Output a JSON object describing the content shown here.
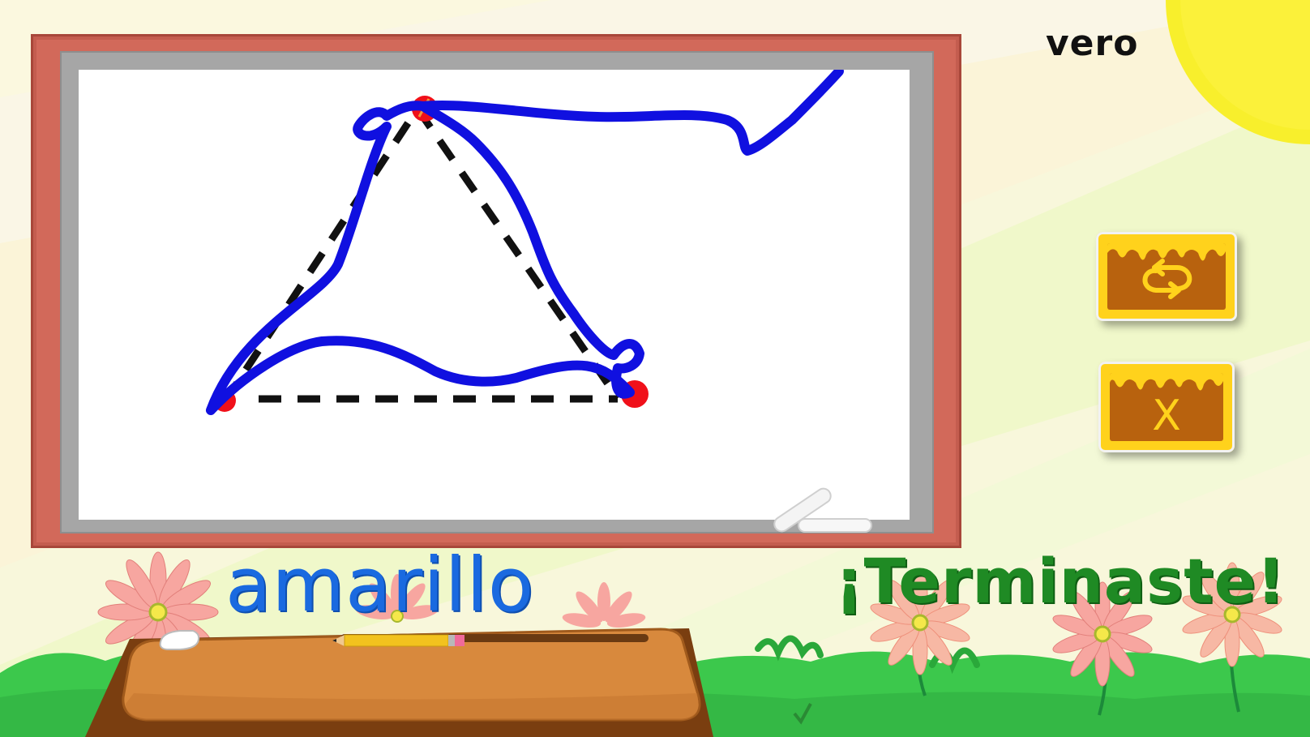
{
  "header": {
    "username": "vero"
  },
  "labels": {
    "word": "amarillo",
    "finished": "¡Terminaste!"
  },
  "buttons": {
    "repeat": {
      "icon": "repeat-arrows-icon"
    },
    "close": {
      "icon": "close-icon",
      "label": "X"
    }
  },
  "colors": {
    "board_frame": "#d2695a",
    "user_stroke": "#1010e0",
    "guide_stroke": "#111111",
    "guide_point": "#f0101a",
    "button_outer": "#ffd21c",
    "button_inner": "#b8620e",
    "word_text": "#1a6ae0",
    "finished_text": "#1f8a24",
    "grass": "#3cc84c"
  }
}
